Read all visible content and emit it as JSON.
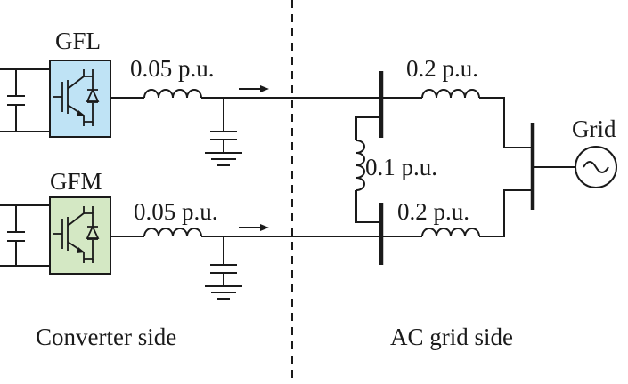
{
  "converters": {
    "gfl": {
      "label": "GFL",
      "fill_color": "#bfe3f5"
    },
    "gfm": {
      "label": "GFM",
      "fill_color": "#d4e8c4"
    }
  },
  "impedances": {
    "gfl_filter": "0.05 p.u.",
    "gfm_filter": "0.05 p.u.",
    "bus_tie": "0.1 p.u.",
    "upper_grid_line": "0.2 p.u.",
    "lower_grid_line": "0.2 p.u."
  },
  "grid": {
    "label": "Grid"
  },
  "regions": {
    "left": "Converter side",
    "right": "AC grid side"
  },
  "colors": {
    "line": "#1a1a1a",
    "background": "#ffffff"
  }
}
